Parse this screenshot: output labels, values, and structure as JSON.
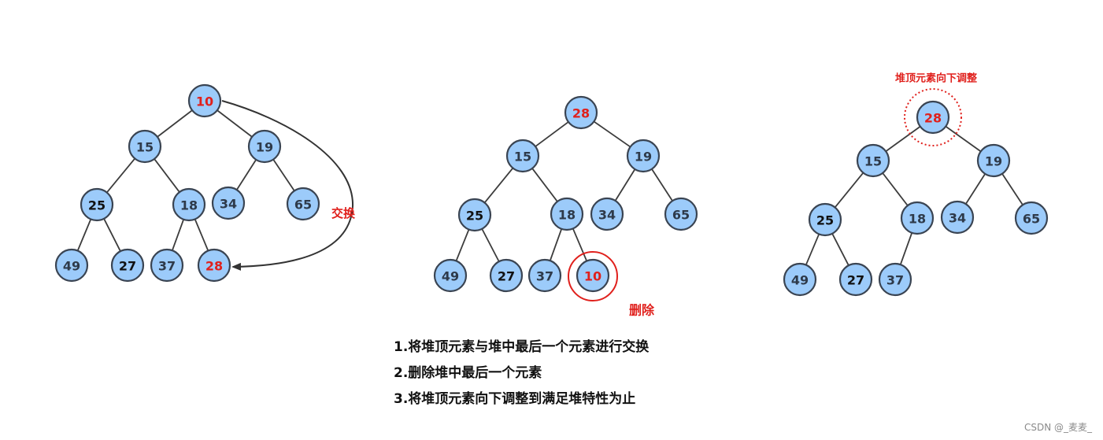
{
  "colors": {
    "node_fill": "#9ccbfa",
    "node_stroke": "#3a4452",
    "text_normal": "#2e3a4a",
    "text_highlight": "#e0201c",
    "annotation": "#e0201c",
    "arrow": "#333333"
  },
  "diagram1": {
    "annotation": "交换",
    "nodes": [
      "10",
      "15",
      "19",
      "25",
      "18",
      "34",
      "65",
      "49",
      "27",
      "37",
      "28"
    ],
    "highlight": [
      "10",
      "28"
    ]
  },
  "diagram2": {
    "annotation": "删除",
    "nodes": [
      "28",
      "15",
      "19",
      "25",
      "18",
      "34",
      "65",
      "49",
      "27",
      "37",
      "10"
    ],
    "highlight": [
      "28",
      "10"
    ]
  },
  "diagram3": {
    "annotation": "堆顶元素向下调整",
    "nodes": [
      "28",
      "15",
      "19",
      "25",
      "18",
      "34",
      "65",
      "49",
      "27",
      "37"
    ],
    "highlight": [
      "28"
    ]
  },
  "steps": [
    "1.将堆顶元素与堆中最后一个元素进行交换",
    "2.删除堆中最后一个元素",
    "3.将堆顶元素向下调整到满足堆特性为止"
  ],
  "watermark": "CSDN @_麦麦_"
}
